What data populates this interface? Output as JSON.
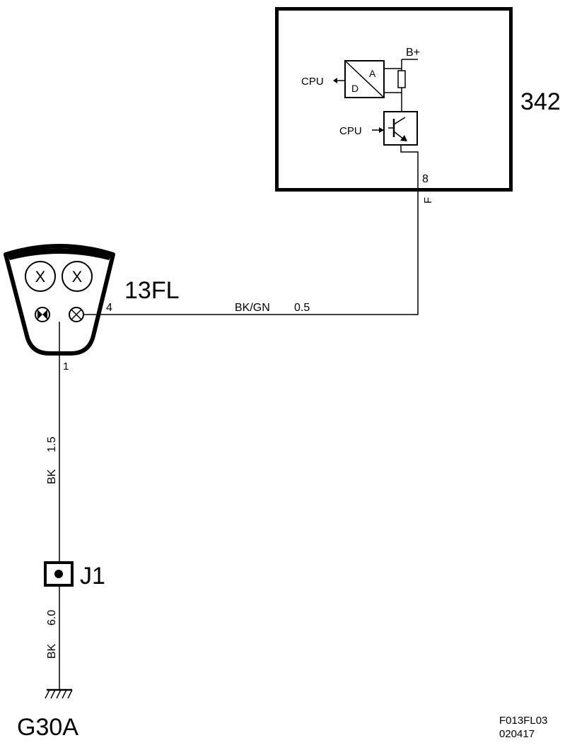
{
  "components": {
    "control_module": {
      "id": "342",
      "pin": "8",
      "pin_letter": "F",
      "supply_label": "B+",
      "converter_a": "A",
      "converter_d": "D",
      "cpu_out": "CPU",
      "cpu_in": "CPU"
    },
    "lamp": {
      "id": "13FL",
      "pin_right": "4",
      "pin_bottom": "1",
      "symbol_x": "X"
    },
    "junction": {
      "id": "J1"
    },
    "ground": {
      "id": "G30A"
    }
  },
  "wires": {
    "lamp_to_module": {
      "color": "BK/GN",
      "size": "0.5"
    },
    "lamp_to_junction": {
      "color": "BK",
      "size": "1.5"
    },
    "junction_to_ground": {
      "color": "BK",
      "size": "6.0"
    }
  },
  "footer": {
    "code": "F013FL03",
    "date": "020417"
  }
}
